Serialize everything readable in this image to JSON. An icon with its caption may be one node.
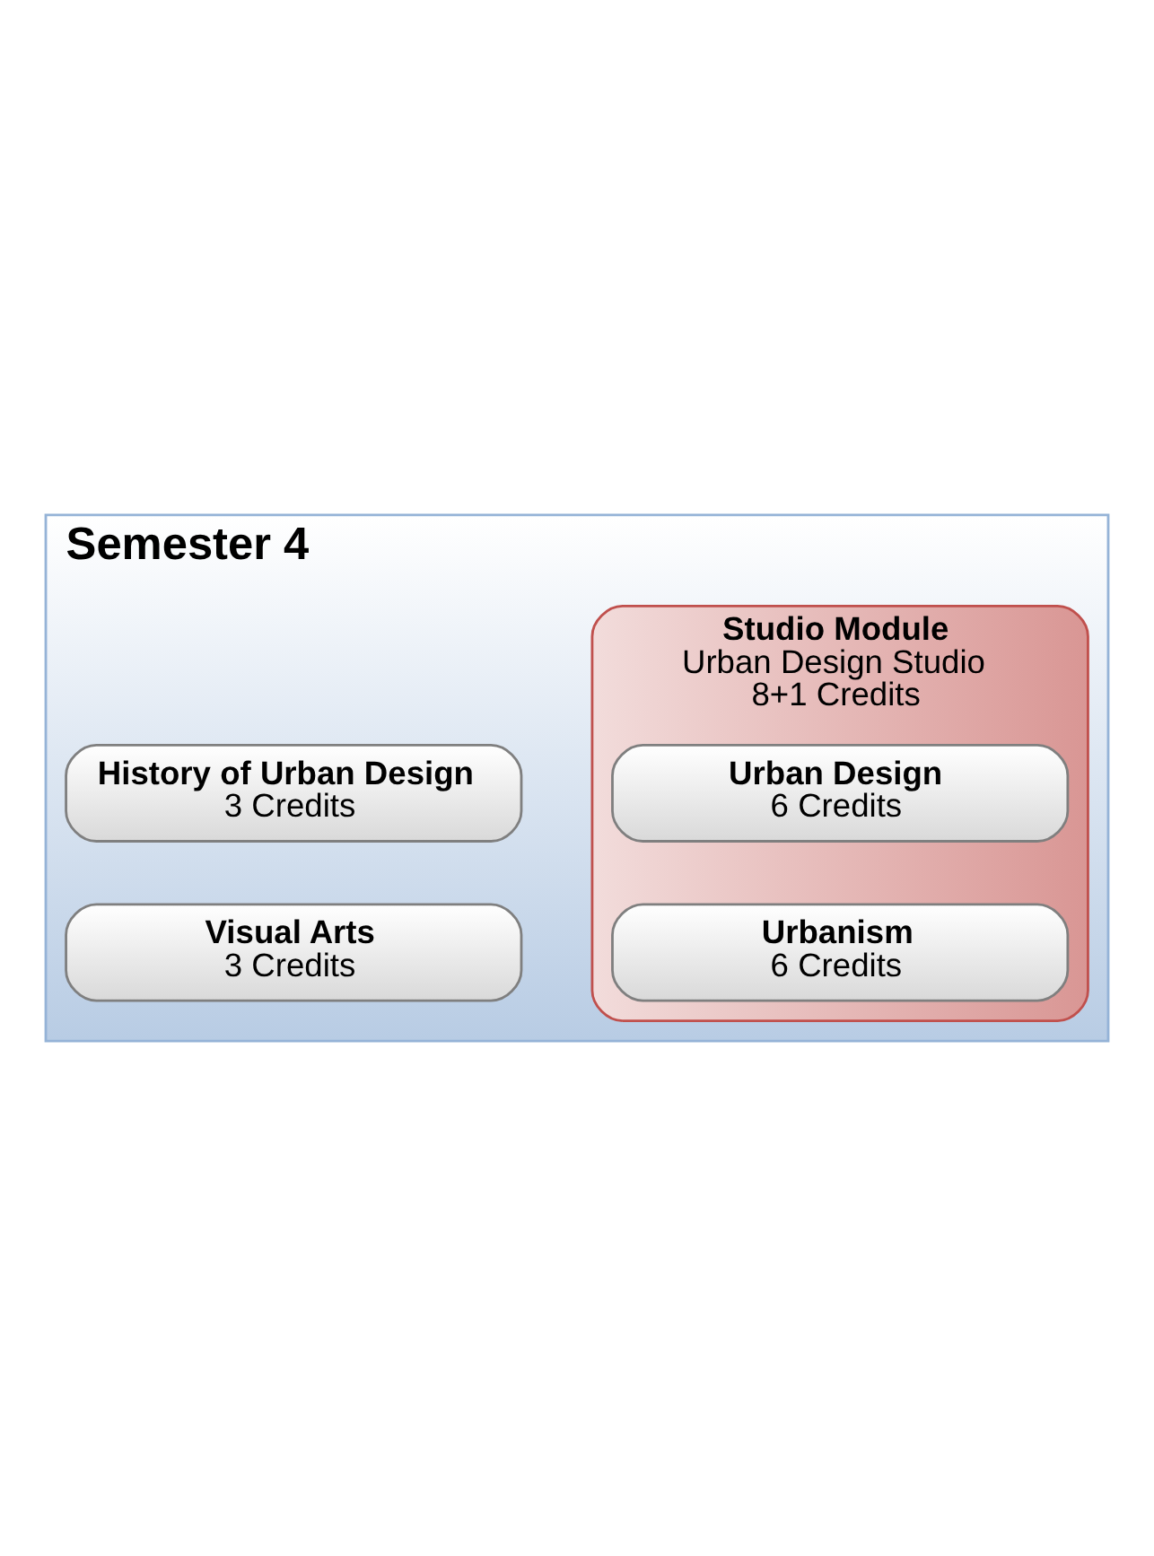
{
  "diagram": {
    "nodes": [
      {
        "text": [
          "Semester 4"
        ]
      },
      {
        "text": [
          "Studio Module",
          "Urban Design Studio",
          "8+1 Credits"
        ],
        "in": 0
      },
      {
        "text": [
          "Urban Design",
          "6 Credits"
        ],
        "in": 1
      },
      {
        "text": [
          "Urbanism",
          "6 Credits"
        ],
        "in": 1
      },
      {
        "text": [
          "History of Urban Design",
          "3 Credits"
        ],
        "in": 0
      },
      {
        "text": [
          "Visual Arts",
          "3 Credits"
        ],
        "in": 0
      }
    ],
    "edges": []
  }
}
